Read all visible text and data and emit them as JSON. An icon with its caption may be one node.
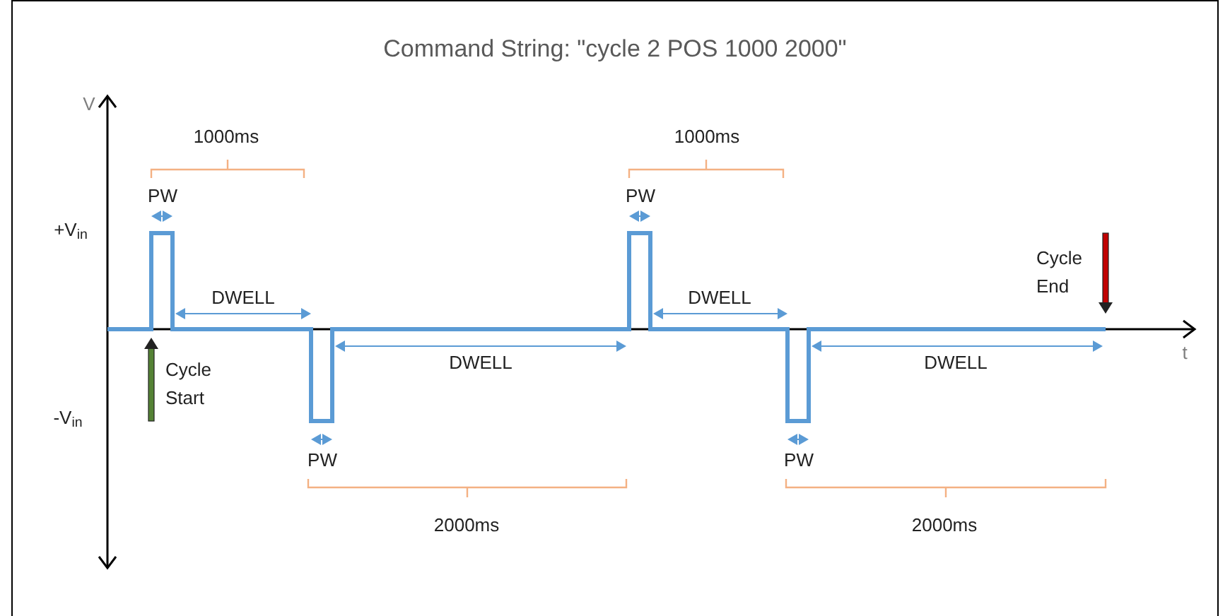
{
  "diagram": {
    "title": "Command String: \"cycle 2 POS 1000 2000\"",
    "labels": [
      "V",
      "1000ms",
      "1000ms",
      "PW",
      "PW",
      "+V$_{in}$",
      "Cycle End",
      "DWELL",
      "DWELL",
      "t",
      "Cycle Start",
      "DWELL",
      "DWELL",
      "-V$_{in}$",
      "PW",
      "PW",
      "2000ms",
      "2000ms"
    ]
  }
}
